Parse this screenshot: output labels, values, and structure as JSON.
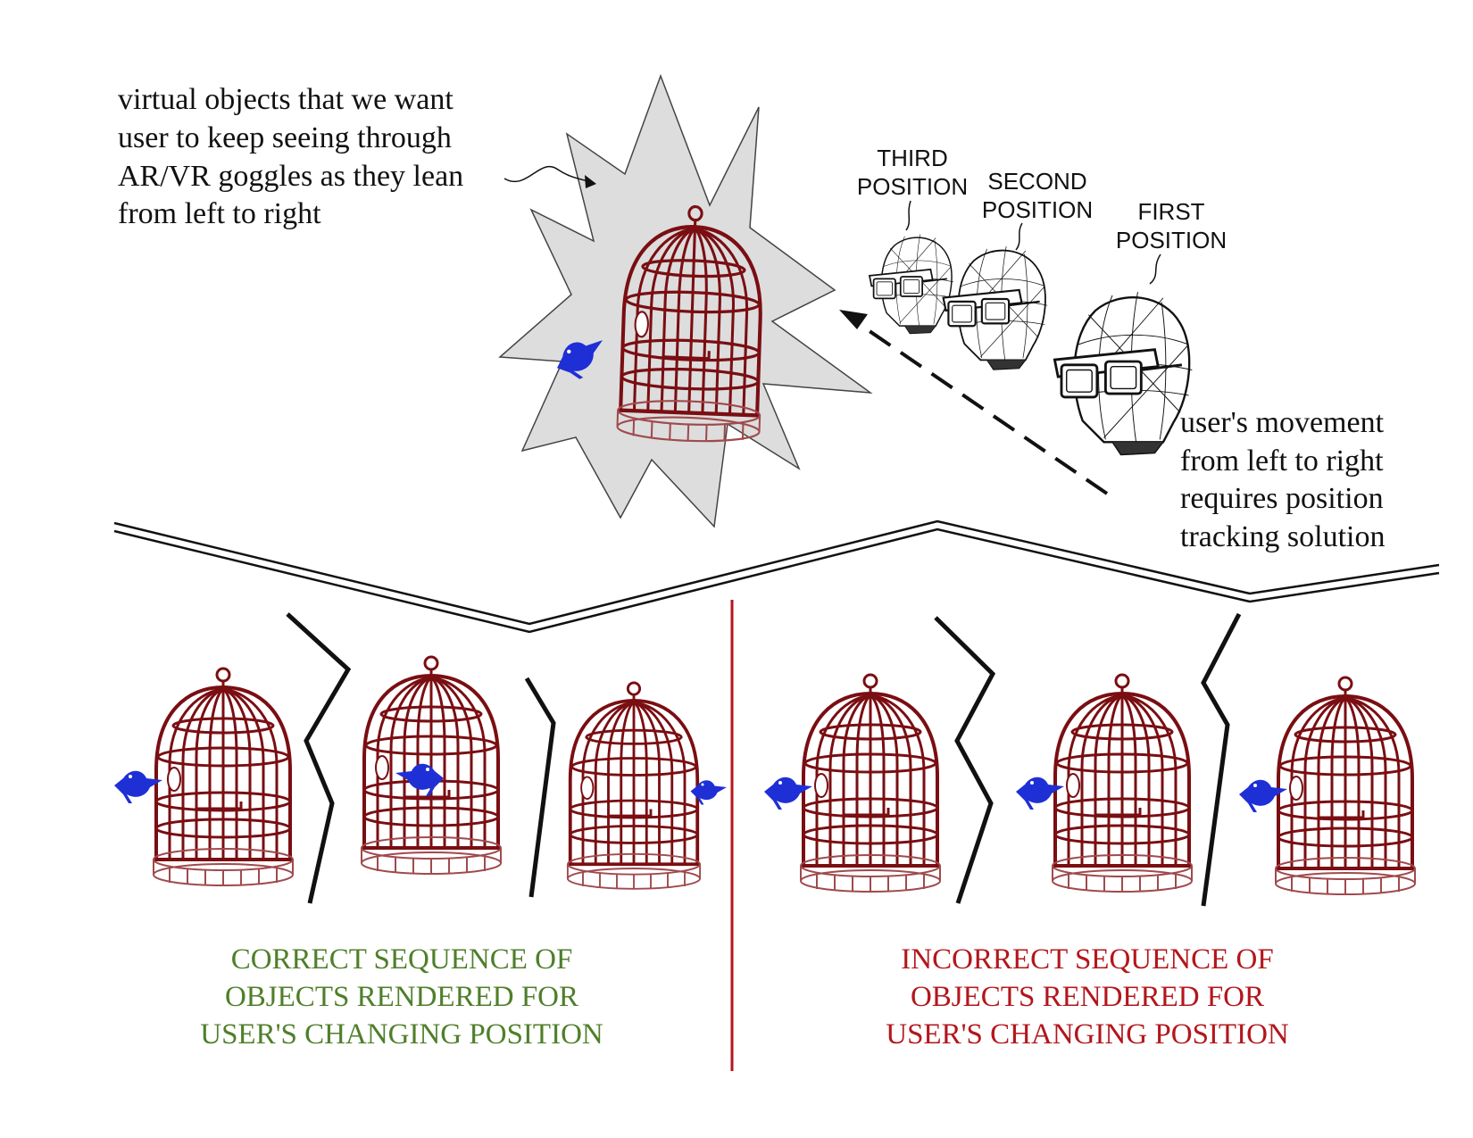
{
  "annotation_top_left": [
    "virtual objects that we want",
    "user to keep seeing through",
    "AR/VR goggles as they lean",
    "from left to right"
  ],
  "positions": {
    "third": [
      "THIRD",
      "POSITION"
    ],
    "second": [
      "SECOND",
      "POSITION"
    ],
    "first": [
      "FIRST",
      "POSITION"
    ]
  },
  "movement_note": [
    "user's movement",
    "from left to right",
    "requires position",
    "tracking solution"
  ],
  "correct_caption": [
    "CORRECT SEQUENCE OF",
    "OBJECTS RENDERED FOR",
    "USER'S CHANGING POSITION"
  ],
  "incorrect_caption": [
    "INCORRECT SEQUENCE OF",
    "OBJECTS RENDERED FOR",
    "USER'S CHANGING POSITION"
  ],
  "colors": {
    "cage": "#7a0e12",
    "cage_fade": "#c98a8c",
    "bird": "#1f2fd6",
    "starburst_fill": "#dddddd",
    "correct_text": "#4f7f2a",
    "incorrect_text": "#b3161b",
    "divider": "#b3161b",
    "ink": "#111111"
  },
  "icons": {
    "cage": "birdcage-icon",
    "bird": "bird-icon",
    "head": "vr-head-icon"
  }
}
